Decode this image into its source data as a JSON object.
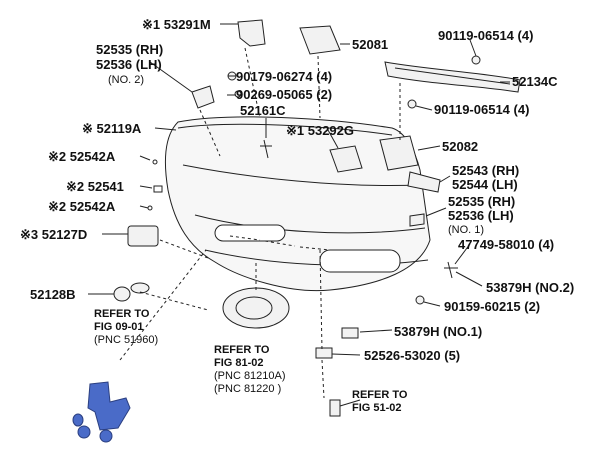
{
  "labels": {
    "p53291m": "※1 53291M",
    "p52081": "52081",
    "p90119a": "90119-06514 (4)",
    "p52535a": "52535 (RH)",
    "p52536a": "52536 (LH)",
    "no2": "(NO. 2)",
    "p90179": "90179-06274 (4)",
    "p90269": "90269-05065 (2)",
    "p52134c": "52134C",
    "p52161c": "52161C",
    "p90119b": "90119-06514 (4)",
    "p52119a": "※ 52119A",
    "p53292g": "※1 53292G",
    "p52082": "52082",
    "p52542a_top": "※2 52542A",
    "p52543": "52543 (RH)",
    "p52544": "52544 (LH)",
    "p52541": "※2 52541",
    "p52542a_bot": "※2 52542A",
    "p52535b": "52535 (RH)",
    "p52536b": "52536 (LH)",
    "no1": "(NO. 1)",
    "p52127d": "※3 52127D",
    "p47749": "47749-58010 (4)",
    "p53879h_2": "53879H (NO.2)",
    "p52128b": "52128B",
    "p90159": "90159-60215 (2)",
    "p53879h_1": "53879H (NO.1)",
    "p52526": "52526-53020 (5)"
  },
  "refs": {
    "r1": {
      "line1": "REFER TO",
      "line2": "FIG 09-01",
      "line3": "(PNC 51960)"
    },
    "r2": {
      "line1": "REFER TO",
      "line2": "FIG 81-02",
      "line3": "(PNC 81210A)",
      "line4": "(PNC 81220 )"
    },
    "r3": {
      "line1": "REFER TO",
      "line2": "FIG 51-02"
    }
  },
  "colors": {
    "line": "#222222",
    "accent": "#4a6bc8",
    "part": "#f2f2f2"
  }
}
